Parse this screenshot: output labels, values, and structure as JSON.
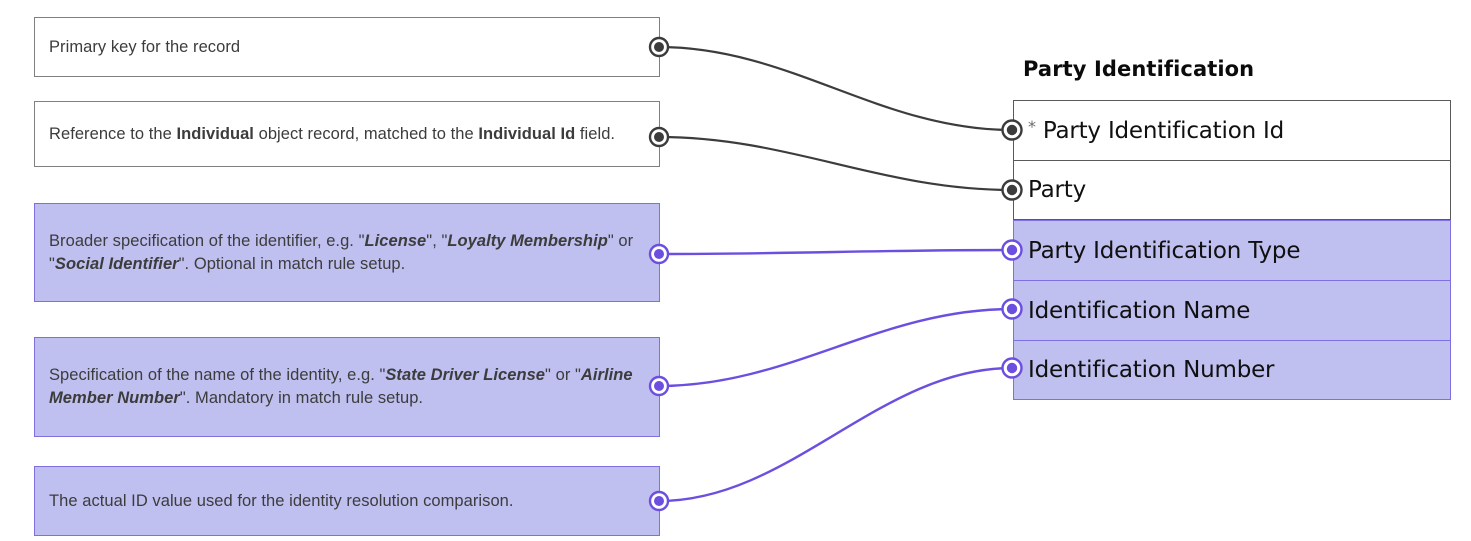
{
  "diagram": {
    "type": "entity-field-annotation",
    "title": "Party Identification",
    "colors": {
      "purple_fill": "#BFBFF0",
      "purple_stroke": "#7F6FE0",
      "purple_connector": "#6C4FE0",
      "gray_stroke": "#808080",
      "dark_connector": "#3C3C3C",
      "text": "#3C3C3C"
    },
    "entity": {
      "name": "Party Identification",
      "fields": [
        {
          "id": "party-identification-id",
          "label": "Party Identification Id",
          "primary_key_marker": "*",
          "highlighted": false
        },
        {
          "id": "party",
          "label": "Party",
          "primary_key_marker": "",
          "highlighted": false
        },
        {
          "id": "party-identification-type",
          "label": "Party Identification Type",
          "primary_key_marker": "",
          "highlighted": true
        },
        {
          "id": "identification-name",
          "label": "Identification Name",
          "primary_key_marker": "",
          "highlighted": true
        },
        {
          "id": "identification-number",
          "label": "Identification Number",
          "primary_key_marker": "",
          "highlighted": true
        }
      ]
    },
    "annotations": [
      {
        "id": "annotation-primary-key",
        "highlighted": false,
        "plain_text": "Primary key for the record",
        "rich_html": "Primary key for the record"
      },
      {
        "id": "annotation-party",
        "highlighted": false,
        "plain_text": "Reference to the Individual object record, matched to the Individual Id field.",
        "rich_html": "Reference to the <b>Individual</b> object record, matched to the <b>Individual Id</b> field."
      },
      {
        "id": "annotation-party-identification-type",
        "highlighted": true,
        "plain_text": "Broader specification of the identifier, e.g. \"License\", \"Loyalty Membership\" or \"Social Identifier\". Optional in match rule setup.",
        "rich_html": "Broader specification of the identifier, e.g. \"<i class=\"bi\">License</i>\", \"<i class=\"bi\">Loyalty Membership</i>\" or \"<i class=\"bi\">Social Identifier</i>\". Optional in match rule setup."
      },
      {
        "id": "annotation-identification-name",
        "highlighted": true,
        "plain_text": "Specification of the name of the identity, e.g. \"State Driver License\" or \"Airline Member Number\". Mandatory in match rule setup.",
        "rich_html": "Specification of the name of the identity, e.g. \"<i class=\"bi\">State Driver License</i>\" or \"<i class=\"bi\">Airline Member Number</i>\". Mandatory in match rule setup."
      },
      {
        "id": "annotation-identification-number",
        "highlighted": true,
        "plain_text": "The actual ID value used for the identity resolution comparison.",
        "rich_html": "The actual ID value used for the identity resolution comparison."
      }
    ],
    "connections": [
      {
        "from": "annotation-primary-key",
        "to": "party-identification-id",
        "color": "#3C3C3C"
      },
      {
        "from": "annotation-party",
        "to": "party",
        "color": "#3C3C3C"
      },
      {
        "from": "annotation-party-identification-type",
        "to": "party-identification-type",
        "color": "#6C4FE0"
      },
      {
        "from": "annotation-identification-name",
        "to": "identification-name",
        "color": "#6C4FE0"
      },
      {
        "from": "annotation-identification-number",
        "to": "identification-number",
        "color": "#6C4FE0"
      }
    ]
  }
}
